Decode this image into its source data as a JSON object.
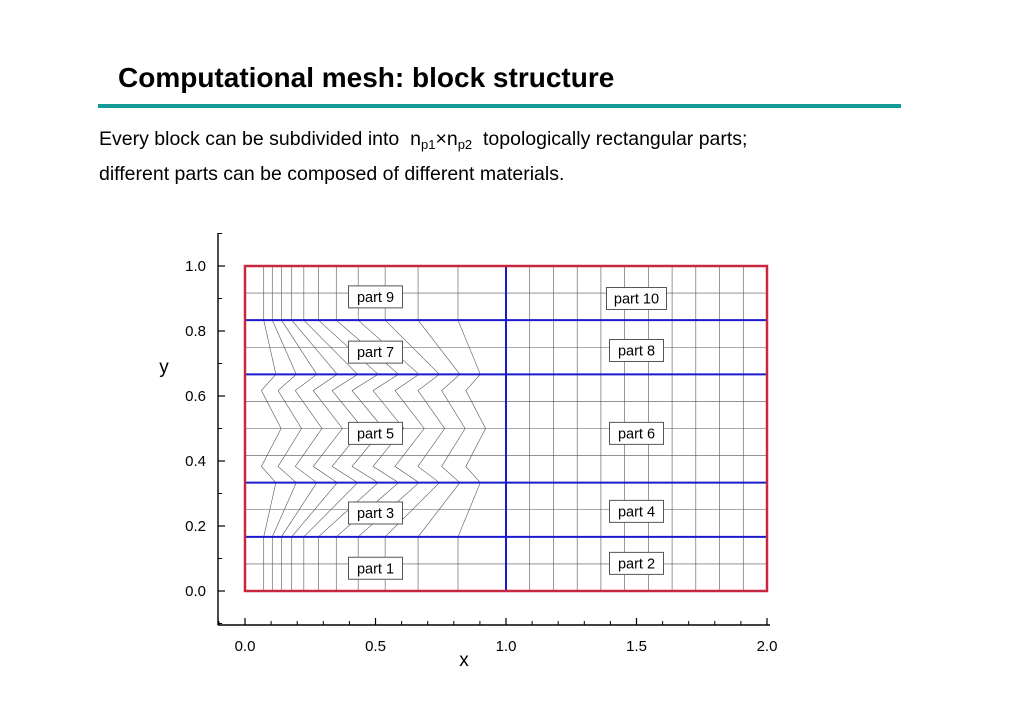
{
  "slide": {
    "title": "Computational mesh: block structure",
    "text_part1": "Every block can be subdivided into",
    "text_n1": "n",
    "text_sub1": "p1",
    "text_times": "×",
    "text_n2": "n",
    "text_sub2": "p2",
    "text_part2": "topologically rectangular parts;",
    "text_line2": "different parts can be composed of different materials.",
    "accent_color": "#149b95"
  },
  "chart_data": {
    "type": "diagram",
    "xlabel": "x",
    "ylabel": "y",
    "xlim": [
      -0.1,
      2.0
    ],
    "ylim": [
      -0.1,
      1.1
    ],
    "xticks": [
      "0.0",
      "0.5",
      "1.0",
      "1.5",
      "2.0"
    ],
    "yticks": [
      "0.0",
      "0.2",
      "0.4",
      "0.6",
      "0.8",
      "1.0"
    ],
    "block": {
      "x": [
        0.0,
        2.0
      ],
      "y": [
        0.0,
        1.0
      ],
      "color": "#c8283f"
    },
    "part_boundaries": {
      "x": [
        1.0
      ],
      "y": [
        0.1667,
        0.3333,
        0.6667,
        0.8333
      ],
      "color": "#1a1acc"
    },
    "parts": [
      {
        "label": "part 1",
        "x": 0.5,
        "y": 0.07
      },
      {
        "label": "part 2",
        "x": 1.5,
        "y": 0.085
      },
      {
        "label": "part 3",
        "x": 0.5,
        "y": 0.24
      },
      {
        "label": "part 4",
        "x": 1.5,
        "y": 0.245
      },
      {
        "label": "part 5",
        "x": 0.5,
        "y": 0.485
      },
      {
        "label": "part 6",
        "x": 1.5,
        "y": 0.485
      },
      {
        "label": "part 7",
        "x": 0.5,
        "y": 0.735
      },
      {
        "label": "part 8",
        "x": 1.5,
        "y": 0.74
      },
      {
        "label": "part 9",
        "x": 0.5,
        "y": 0.905
      },
      {
        "label": "part 10",
        "x": 1.5,
        "y": 0.9
      }
    ]
  }
}
